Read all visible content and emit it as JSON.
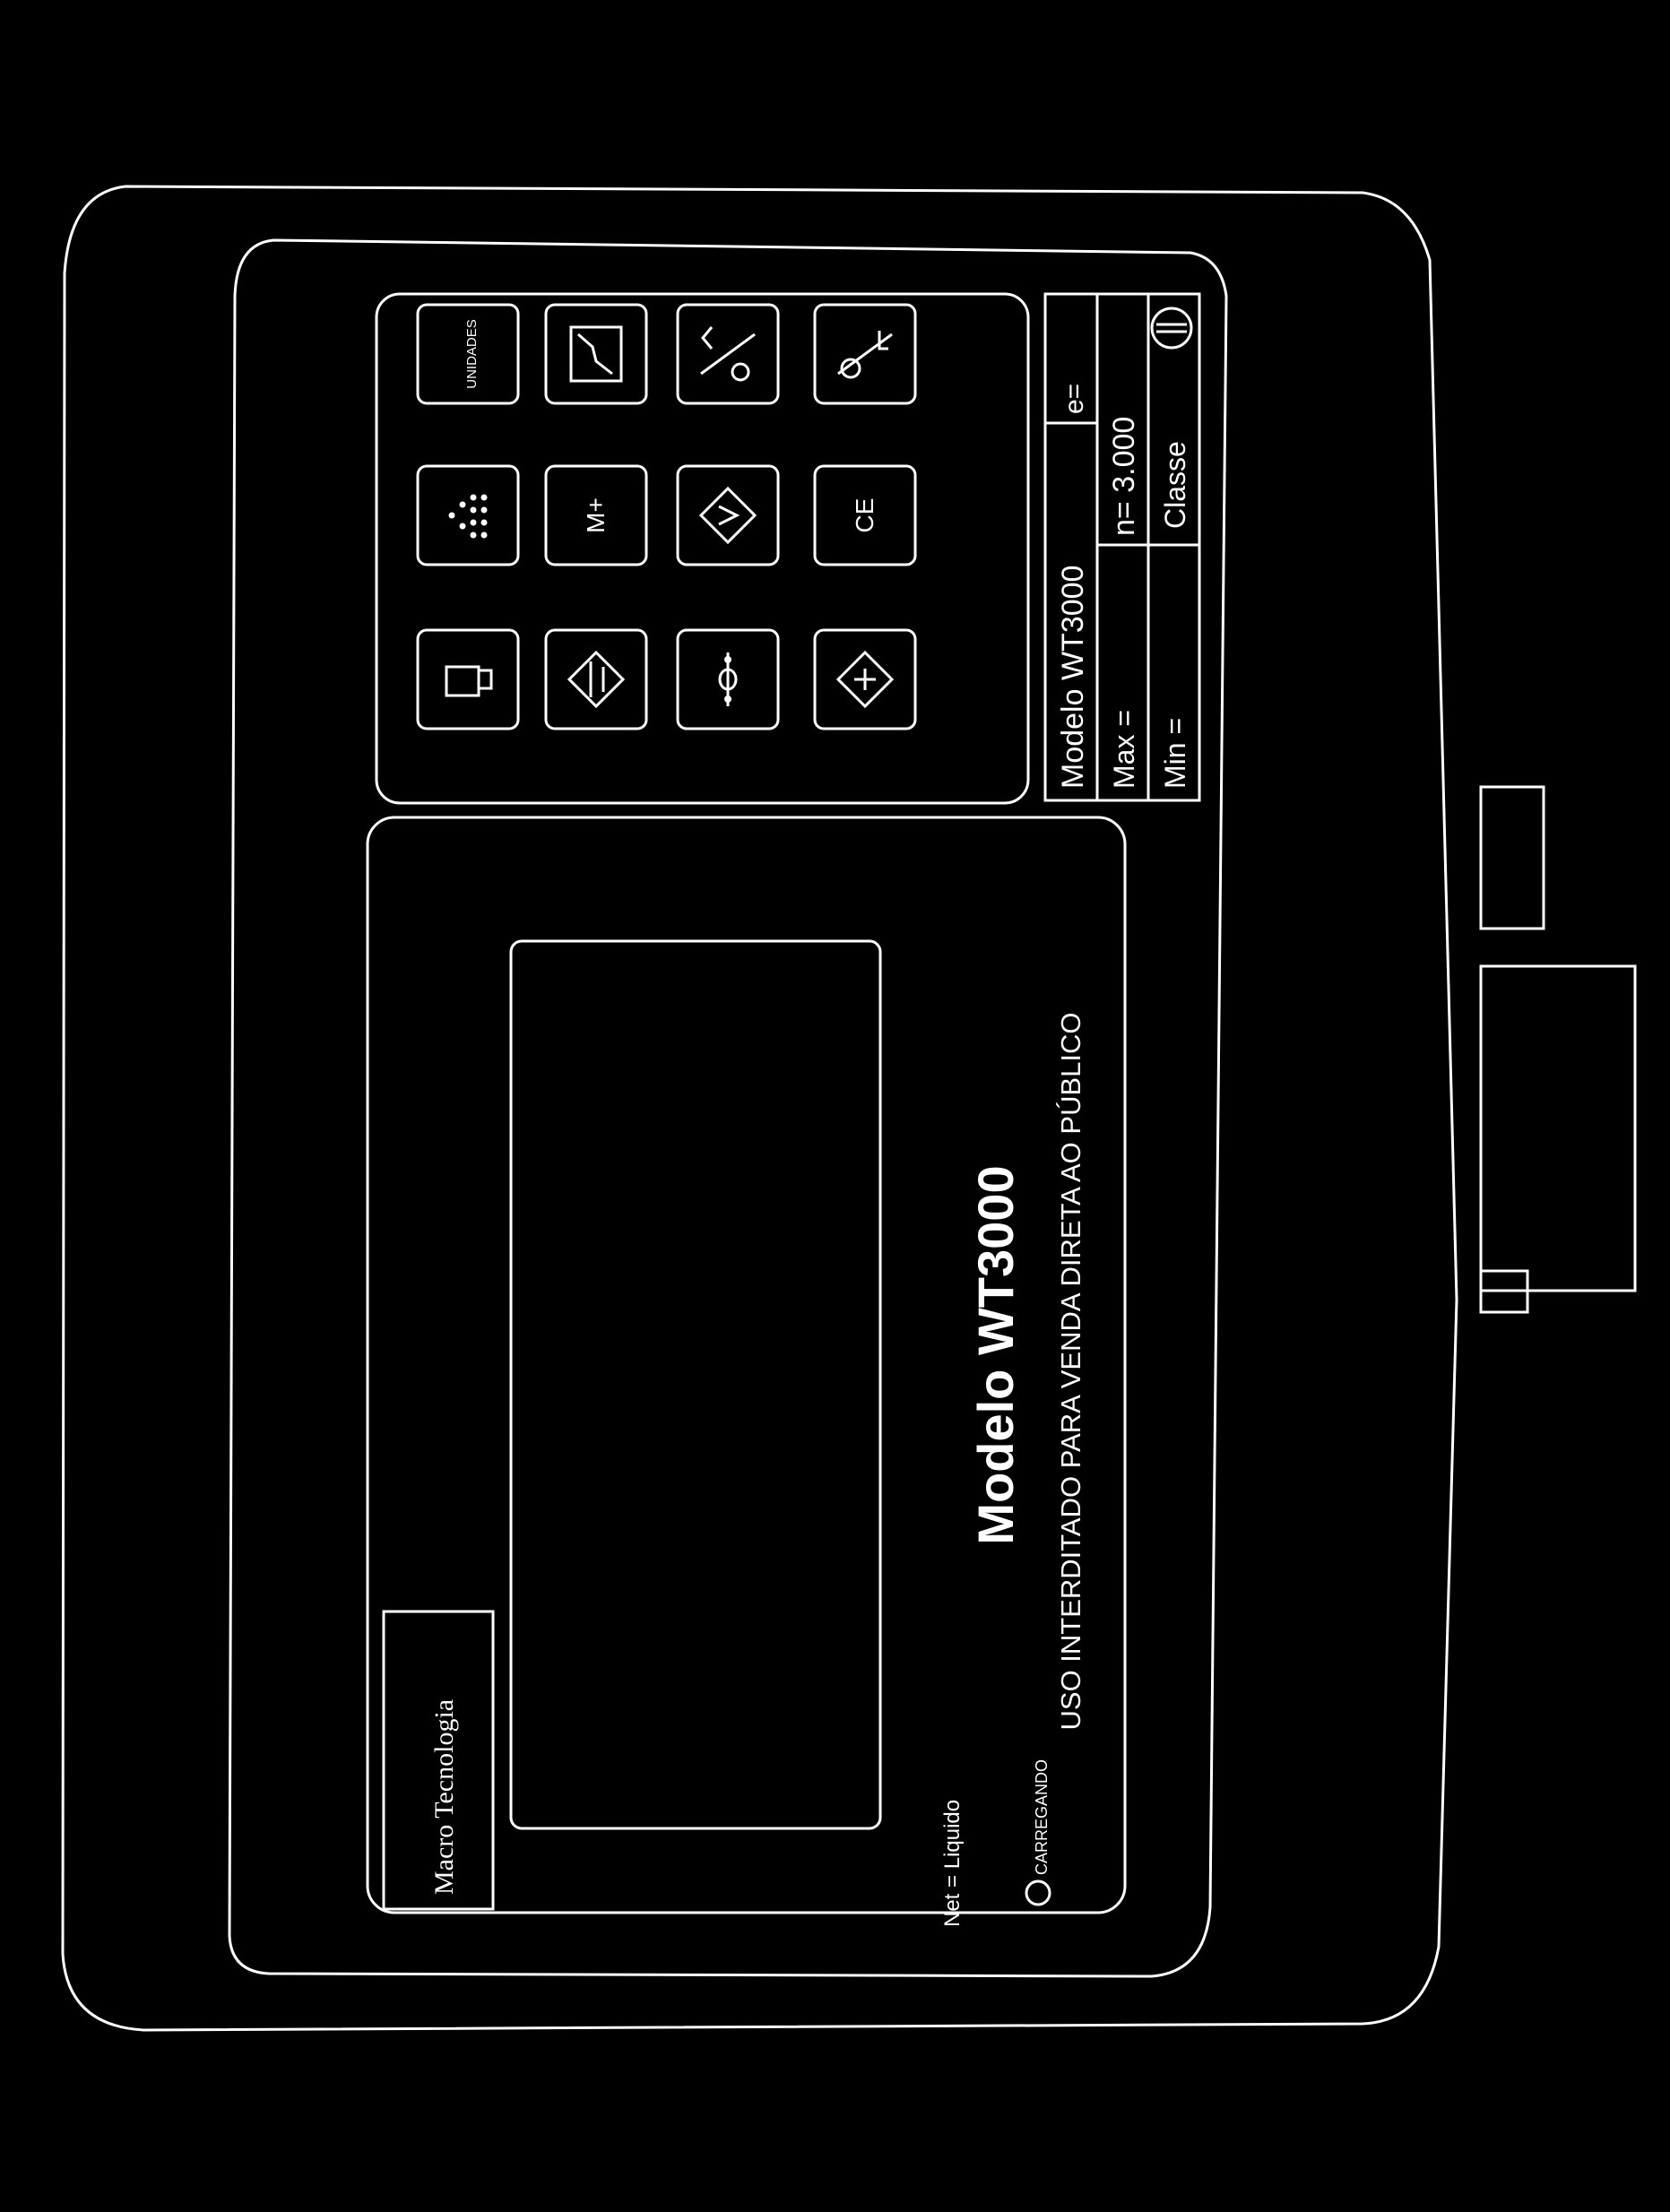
{
  "brand": {
    "label": "Macro Tecnologia"
  },
  "front": {
    "model_title": "Modelo WT3000",
    "usage_notice": "USO INTERDITADO PARA VENDA DIRETA AO PÚBLICO",
    "net_legend": "Net = Liquido",
    "charging_label": "CARREGANDO"
  },
  "keypad": {
    "keys": [
      {
        "id": "pcs",
        "label": "",
        "icon": "pieces-icon"
      },
      {
        "id": "count",
        "label": "",
        "icon": "count-icon"
      },
      {
        "id": "units",
        "label": "UNIDADES",
        "icon": ""
      },
      {
        "id": "preset-tare",
        "label": "",
        "icon": "preset-tare-icon"
      },
      {
        "id": "memory-add",
        "label": "M+",
        "icon": ""
      },
      {
        "id": "graph",
        "label": "",
        "icon": "graph-icon"
      },
      {
        "id": "zero",
        "label": "",
        "icon": "zero-icon"
      },
      {
        "id": "recall",
        "label": "",
        "icon": "recall-icon"
      },
      {
        "id": "print",
        "label": "",
        "icon": "print-icon"
      },
      {
        "id": "tare",
        "label": "",
        "icon": "tare-icon"
      },
      {
        "id": "clear",
        "label": "CE",
        "icon": ""
      },
      {
        "id": "scale-enter",
        "label": "",
        "icon": "scale-enter-icon"
      }
    ]
  },
  "spec_plate": {
    "model": "Modelo WT3000",
    "e_label": "e=",
    "max_label": "Max =",
    "n_label": "n= 3.000",
    "min_label": "Min =",
    "class_label": "Classe"
  },
  "colors": {
    "background": "#000000",
    "lines": "#ffffff"
  }
}
